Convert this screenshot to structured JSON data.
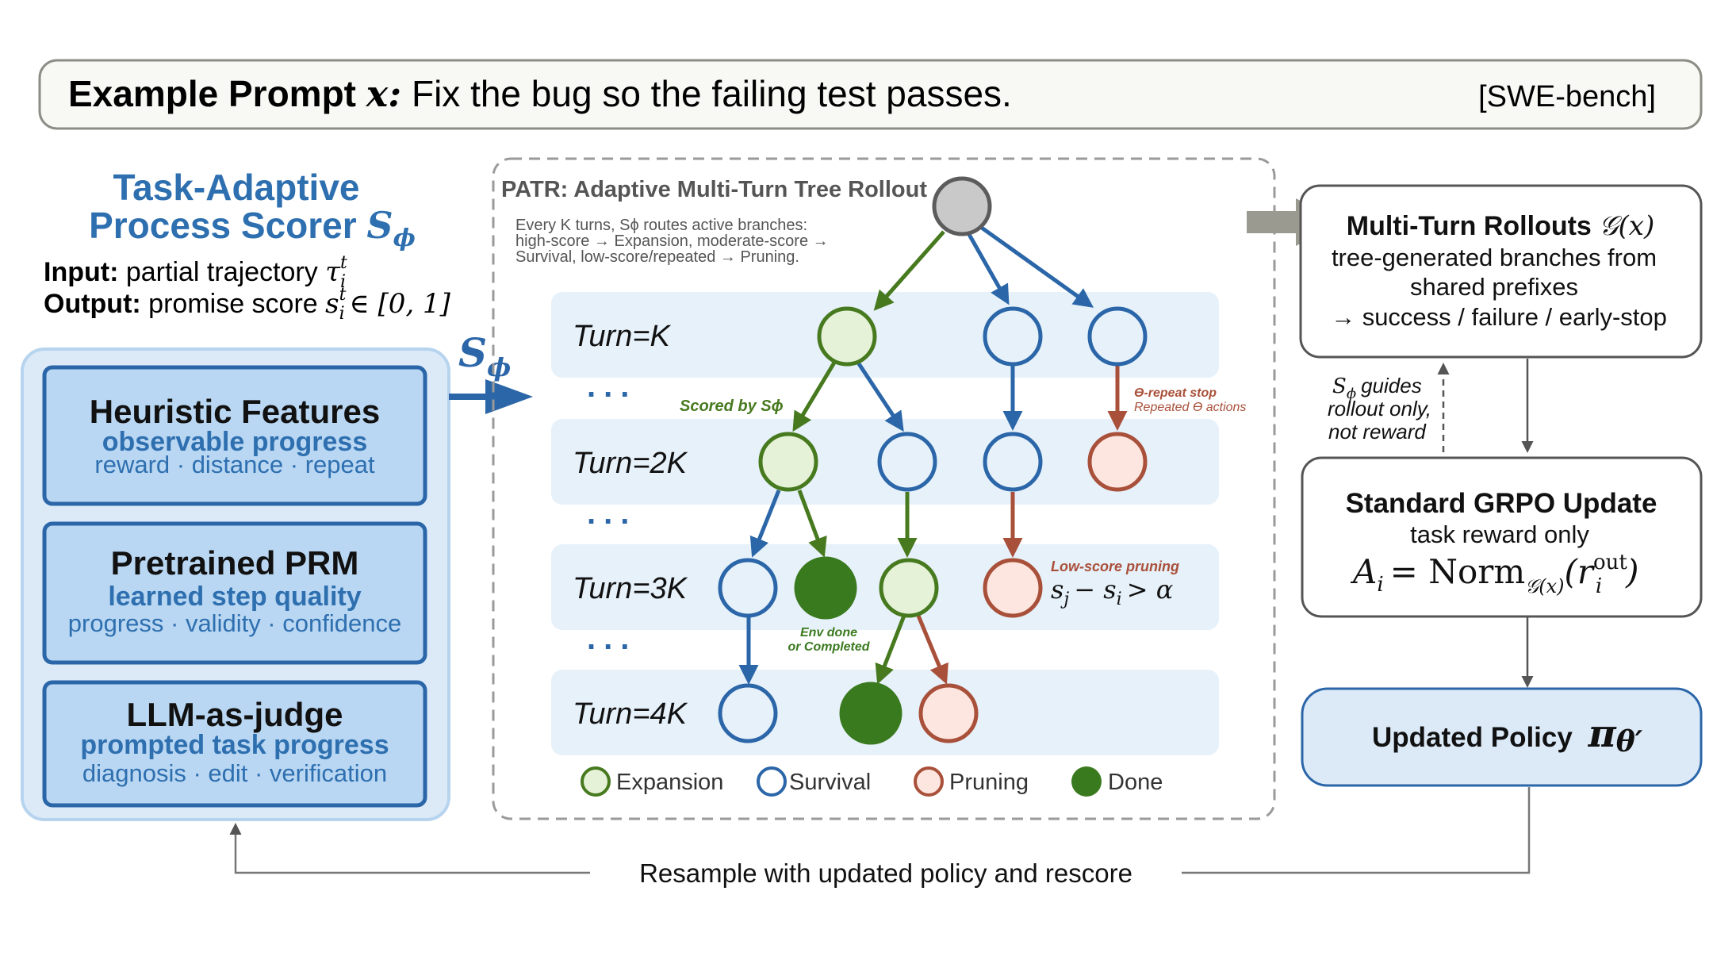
{
  "prompt": {
    "label": "Example Prompt",
    "var": "x:",
    "text": "Fix the bug so the failing test passes.",
    "tag": "[SWE-bench]"
  },
  "scorer": {
    "title_line1": "Task-Adaptive",
    "title_line2": "Process Scorer",
    "title_sym": "S",
    "title_sub": "ϕ",
    "input_label": "Input:",
    "input_text": "partial trajectory",
    "input_sym": "τ",
    "input_sub": "i",
    "input_sup": "t",
    "output_label": "Output:",
    "output_text": "promise score",
    "output_sym": "s",
    "output_sub": "i",
    "output_sup": "t",
    "output_range": "∈ [0, 1]",
    "arrow_sym": "S",
    "arrow_sub": "ϕ",
    "boxes": [
      {
        "title": "Heuristic Features",
        "subtitle": "observable progress",
        "detail": "reward · distance · repeat"
      },
      {
        "title": "Pretrained PRM",
        "subtitle": "learned step quality",
        "detail": "progress · validity · confidence"
      },
      {
        "title": "LLM-as-judge",
        "subtitle": "prompted task progress",
        "detail": "diagnosis · edit · verification"
      }
    ]
  },
  "tree": {
    "title": "PATR: Adaptive Multi-Turn Tree Rollout",
    "desc_line1": "Every K turns, Sϕ routes active branches:",
    "desc_line2": "high-score → Expansion, moderate-score →",
    "desc_line3": "Survival, low-score/repeated → Pruning.",
    "turns": [
      "Turn=K",
      "Turn=2K",
      "Turn=3K",
      "Turn=4K"
    ],
    "ellipsis": "...",
    "scored_by": "Scored by Sϕ",
    "repeat_stop": "ϴ-repeat stop",
    "repeat_detail": "Repeated ϴ actions",
    "low_score": "Low-score pruning",
    "low_score_formula": "s",
    "low_score_j": "j",
    "low_score_i": "i",
    "low_score_alpha": "− s",
    "low_score_tail": "> α",
    "env_done_1": "Env done",
    "env_done_2": "or Completed",
    "legend": [
      "Expansion",
      "Survival",
      "Pruning",
      "Done"
    ]
  },
  "rollouts": {
    "title": "Multi-Turn Rollouts",
    "title_sym": "𝒢(x)",
    "line1": "tree-generated branches from",
    "line2": "shared prefixes",
    "line3": "→ success / failure / early-stop"
  },
  "guide_note": {
    "line1_sym": "S",
    "line1_sub": "ϕ",
    "line1_text": "guides",
    "line2": "rollout only,",
    "line3": "not reward"
  },
  "grpo": {
    "title": "Standard GRPO Update",
    "subtitle": "task reward only",
    "formula_lhs": "A",
    "formula_lhs_sub": "i",
    "formula_eq": "= Norm",
    "formula_norm_sub": "𝒢(x)",
    "formula_r": "(r",
    "formula_r_sup": "out",
    "formula_r_sub": "i",
    "formula_close": ")"
  },
  "policy": {
    "label": "Updated Policy",
    "sym": "π",
    "sub": "θ′"
  },
  "loop_label": "Resample with updated policy and rescore",
  "colors": {
    "blue_dark": "#2b66a8",
    "blue_text": "#2e6fb0",
    "blue_fill": "#b9d7f2",
    "blue_light": "#dceaf8",
    "green_dark": "#477a1f",
    "green_fill": "#e5f2d8",
    "green_done": "#3a7a1f",
    "red_dark": "#a9503a",
    "red_fill": "#fde6df",
    "gray": "#8f9089",
    "lane": "#e7f1fa"
  },
  "icons": [
    "right-arrow-icon",
    "down-arrow-icon",
    "tree-root-icon"
  ]
}
